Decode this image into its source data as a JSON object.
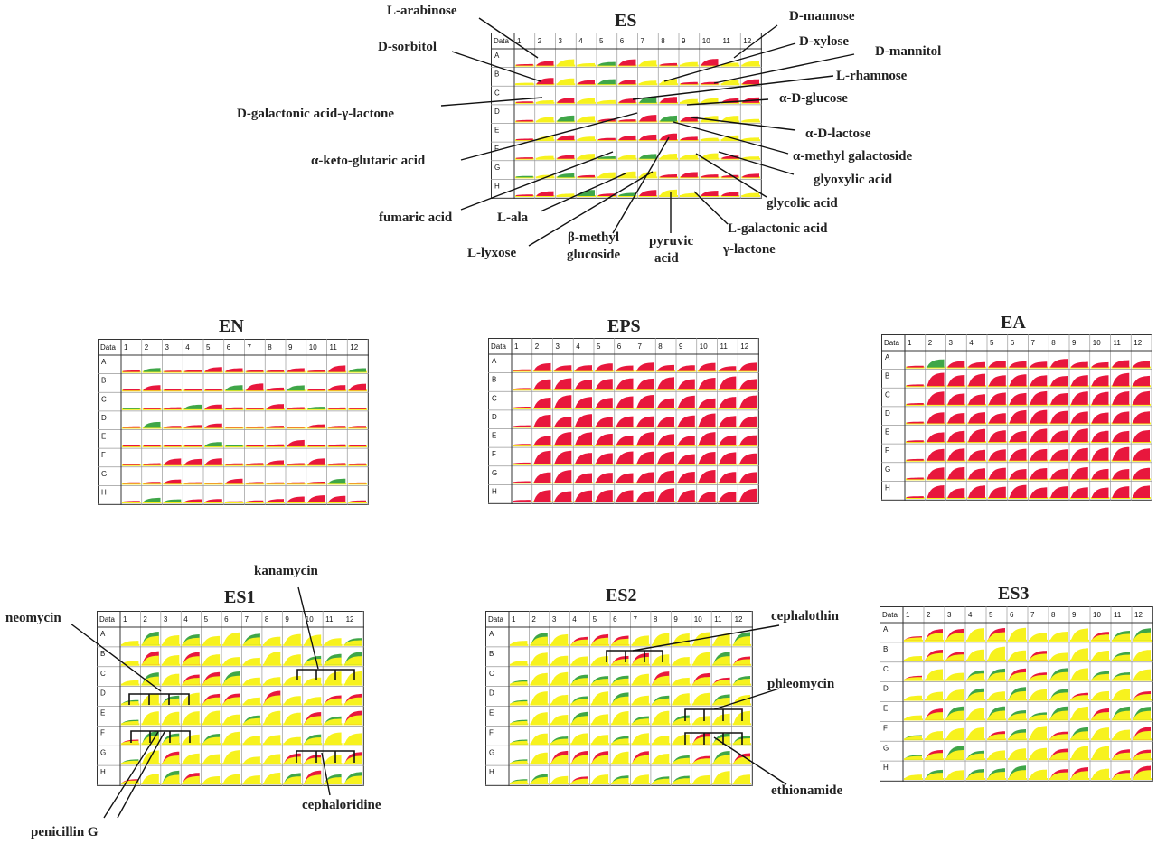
{
  "colors": {
    "red": "#e8173d",
    "green": "#3fa648",
    "yellow": "#f7f21e",
    "grid": "#999999",
    "frame": "#333333"
  },
  "plates": [
    {
      "id": "ES",
      "title": "ES",
      "header": "Data",
      "columns": [
        "1",
        "2",
        "3",
        "4",
        "5",
        "6",
        "7",
        "8",
        "9",
        "10",
        "11",
        "12"
      ],
      "rows": [
        "A",
        "B",
        "C",
        "D",
        "E",
        "F",
        "G",
        "H"
      ],
      "profile": "mixed"
    },
    {
      "id": "EN",
      "title": "EN",
      "header": "Data",
      "columns": [
        "1",
        "2",
        "3",
        "4",
        "5",
        "6",
        "7",
        "8",
        "9",
        "10",
        "11",
        "12"
      ],
      "rows": [
        "A",
        "B",
        "C",
        "D",
        "E",
        "F",
        "G",
        "H"
      ],
      "profile": "sparse"
    },
    {
      "id": "EPS",
      "title": "EPS",
      "header": "Data",
      "columns": [
        "1",
        "2",
        "3",
        "4",
        "5",
        "6",
        "7",
        "8",
        "9",
        "10",
        "11",
        "12"
      ],
      "rows": [
        "A",
        "B",
        "C",
        "D",
        "E",
        "F",
        "G",
        "H"
      ],
      "profile": "full"
    },
    {
      "id": "EA",
      "title": "EA",
      "header": "Data",
      "columns": [
        "1",
        "2",
        "3",
        "4",
        "5",
        "6",
        "7",
        "8",
        "9",
        "10",
        "11",
        "12"
      ],
      "rows": [
        "A",
        "B",
        "C",
        "D",
        "E",
        "F",
        "G",
        "H"
      ],
      "profile": "full"
    },
    {
      "id": "ES1",
      "title": "ES1",
      "header": "Data",
      "columns": [
        "1",
        "2",
        "3",
        "4",
        "5",
        "6",
        "7",
        "8",
        "9",
        "10",
        "11",
        "12"
      ],
      "rows": [
        "A",
        "B",
        "C",
        "D",
        "E",
        "F",
        "G",
        "H"
      ],
      "profile": "drug"
    },
    {
      "id": "ES2",
      "title": "ES2",
      "header": "Data",
      "columns": [
        "1",
        "2",
        "3",
        "4",
        "5",
        "6",
        "7",
        "8",
        "9",
        "10",
        "11",
        "12"
      ],
      "rows": [
        "A",
        "B",
        "C",
        "D",
        "E",
        "F",
        "G",
        "H"
      ],
      "profile": "drug"
    },
    {
      "id": "ES3",
      "title": "ES3",
      "header": "Data",
      "columns": [
        "1",
        "2",
        "3",
        "4",
        "5",
        "6",
        "7",
        "8",
        "9",
        "10",
        "11",
        "12"
      ],
      "rows": [
        "A",
        "B",
        "C",
        "D",
        "E",
        "F",
        "G",
        "H"
      ],
      "profile": "drug"
    }
  ],
  "es_labels": {
    "l_arabinose": "L-arabinose",
    "d_sorbitol": "D-sorbitol",
    "d_galactonic": "D-galactonic acid-γ-lactone",
    "a_keto": "α-keto-glutaric acid",
    "fumaric": "fumaric acid",
    "l_ala": "L-ala",
    "l_lyxose": "L-lyxose",
    "b_methyl_1": "β-methyl",
    "b_methyl_2": "glucoside",
    "pyruvic_1": "pyruvic",
    "pyruvic_2": "acid",
    "l_galactonic_1": "L-galactonic acid",
    "l_galactonic_2": "γ-lactone",
    "glycolic": "glycolic acid",
    "glyoxylic": "glyoxylic acid",
    "a_methyl_gal": "α-methyl galactoside",
    "a_d_lactose": "α-D-lactose",
    "a_d_glucose": "α-D-glucose",
    "l_rhamnose": "L-rhamnose",
    "d_mannitol": "D-mannitol",
    "d_xylose": "D-xylose",
    "d_mannose": "D-mannose"
  },
  "drug_labels": {
    "kanamycin": "kanamycin",
    "neomycin": "neomycin",
    "penicillin_g": "penicillin G",
    "cephaloridine": "cephaloridine",
    "cephalothin": "cephalothin",
    "phleomycin": "phleomycin",
    "ethionamide": "ethionamide"
  }
}
